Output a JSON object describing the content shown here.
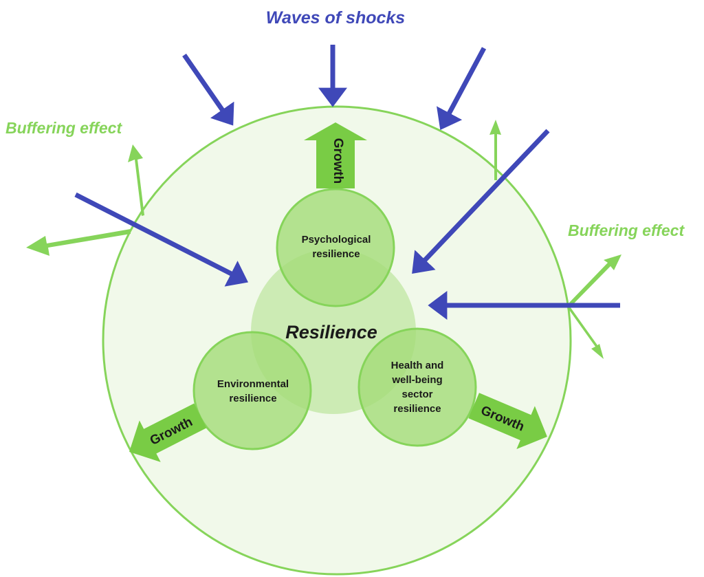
{
  "title": "Waves of shocks",
  "buffering_left": "Buffering effect",
  "buffering_right": "Buffering effect",
  "center_label": "Resilience",
  "nodes": {
    "psychological": {
      "line1": "Psychological",
      "line2": "resilience"
    },
    "environmental": {
      "line1": "Environmental",
      "line2": "resilience"
    },
    "health": {
      "line1": "Health and",
      "line2": "well-being",
      "line3": "sector",
      "line4": "resilience"
    }
  },
  "growth": {
    "top": "Growth",
    "left": "Growth",
    "right": "Growth"
  },
  "colors": {
    "shock_arrow": "#3f48b8",
    "green_line": "#86d45a",
    "green_fill_outer": "#f1f9ea",
    "green_node": "#a4dc78",
    "green_center": "#c8e9ae",
    "growth_arrow": "#79cc45",
    "text_dark": "#1a1a1a"
  }
}
